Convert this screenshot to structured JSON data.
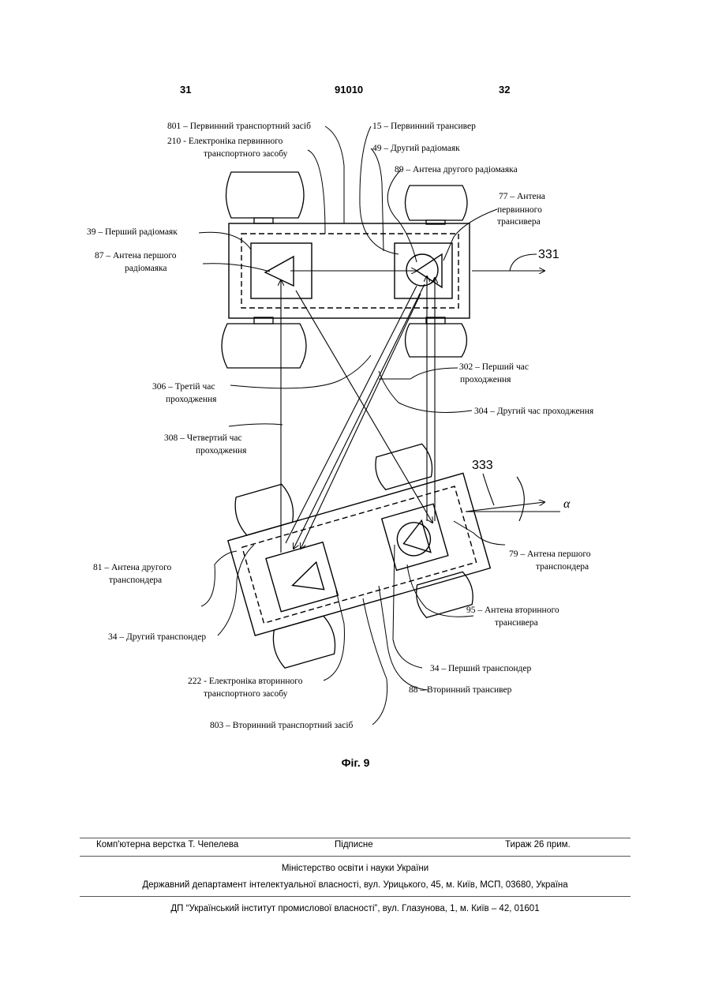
{
  "header": {
    "page_left": "31",
    "patent_number": "91010",
    "page_right": "32"
  },
  "figure": {
    "labels": {
      "l801": "801 – Первинний транспортний засіб",
      "l210a": "210 - Електроніка первинного",
      "l210b": "транспортного засобу",
      "l15": "15 – Первинний трансивер",
      "l49": "49 – Другий радіомаяк",
      "l89": "89 – Антена другого радіомаяка",
      "l77a": "77 – Антена",
      "l77b": "первинного",
      "l77c": "трансивера",
      "l39": "39 – Перший радіомаяк",
      "l87a": "87 – Антена першого",
      "l87b": "радіомаяка",
      "l331": "331",
      "l302a": "302 – Перший час",
      "l302b": "проходження",
      "l306a": "306 – Третій час",
      "l306b": "проходження",
      "l304": "304 – Другий час проходження",
      "l308a": "308 – Четвертий час",
      "l308b": "проходження",
      "l333": "333",
      "alpha": "α",
      "l79a": "79 – Антена першого",
      "l79b": "транспондера",
      "l81a": "81 – Антена другого",
      "l81b": "транспондера",
      "l95a": "95 – Антена вторинного",
      "l95b": "трансивера",
      "l34b": "34 – Другий транспондер",
      "l34a": "34 – Перший транспондер",
      "l222a": "222 - Електроніка вторинного",
      "l222b": "транспортного засобу",
      "l88": "88 – Вторинний трансивер",
      "l803": "803 – Вторинний транспортний засіб"
    },
    "caption": "Фіг. 9"
  },
  "footer": {
    "typesetting": "Комп'ютерна верстка Т. Чепелева",
    "signed": "Підписне",
    "circulation": "Тираж 26 прим.",
    "ministry": "Міністерство освіти і науки України",
    "department": "Державний департамент інтелектуальної власності, вул. Урицького, 45, м. Київ, МСП, 03680, Україна",
    "institute": "ДП “Український інститут промислової власності”, вул. Глазунова, 1, м. Київ – 42, 01601"
  }
}
